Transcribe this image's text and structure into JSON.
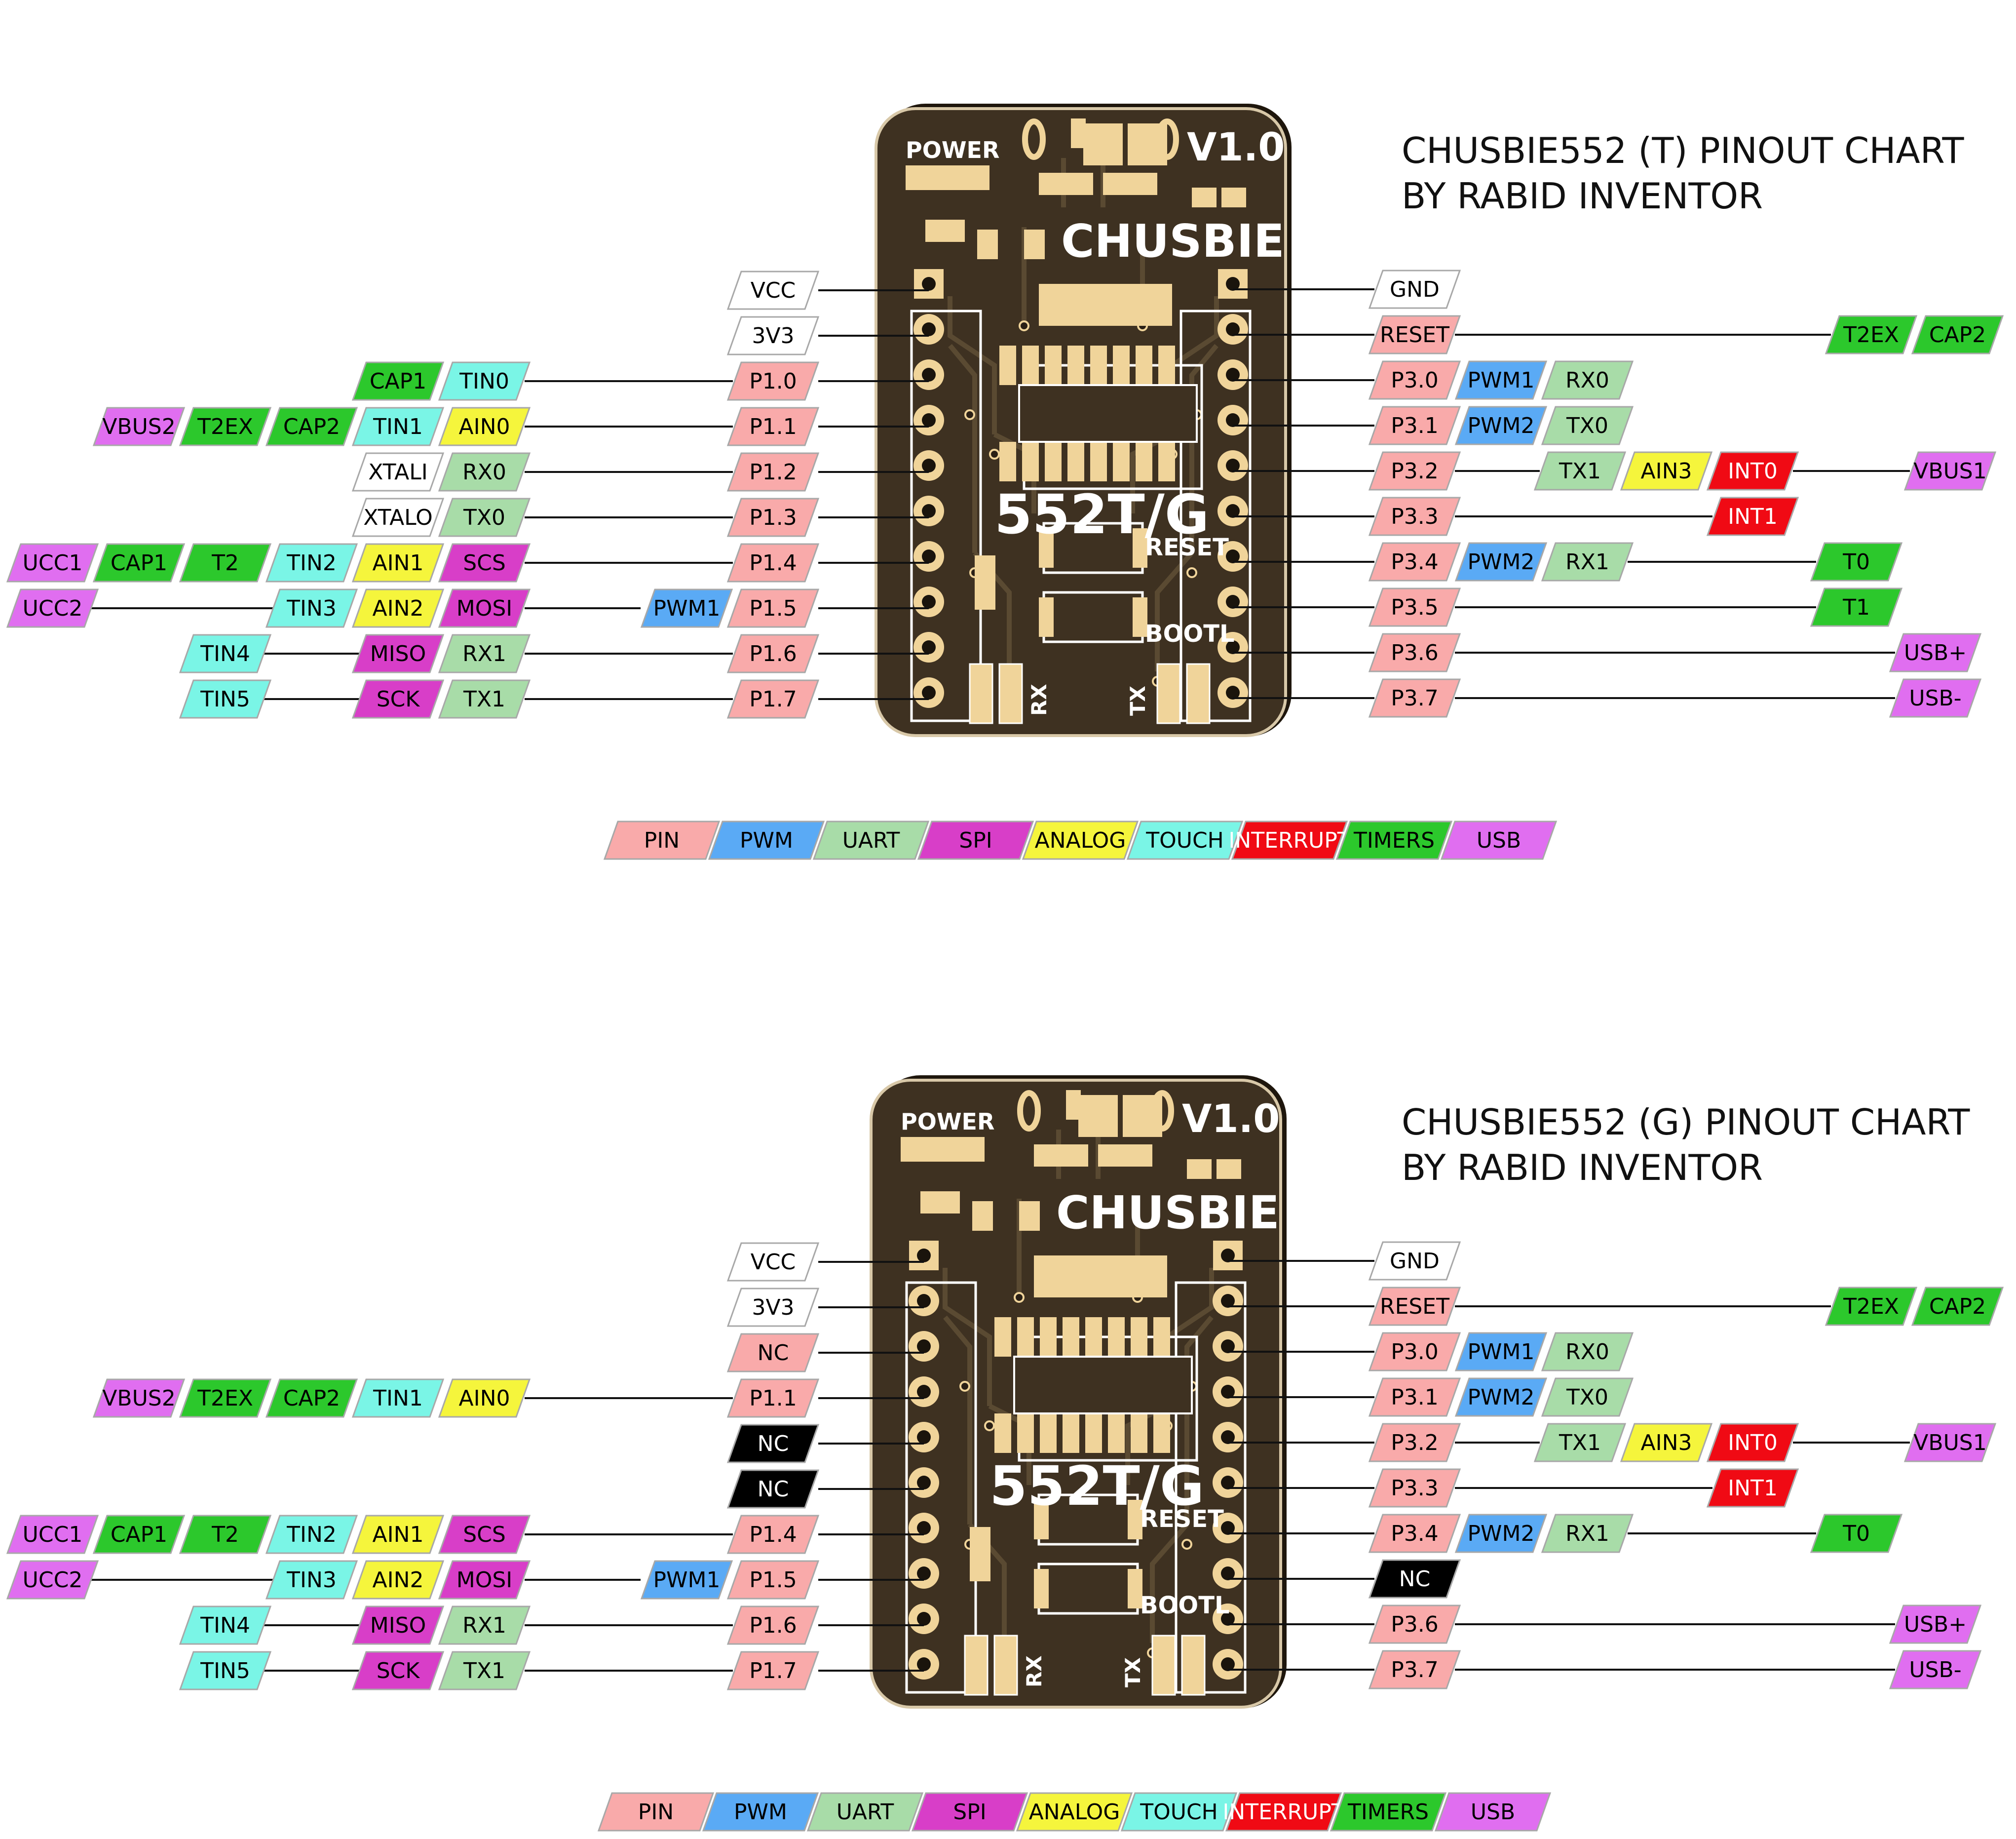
{
  "colors": {
    "pin": "#f9aaaa",
    "pwm": "#5aaaf5",
    "uart": "#a8dca8",
    "spi": "#d83ec8",
    "analog": "#f5f53c",
    "touch": "#7af5e6",
    "interrupt": "#f00a14",
    "timers": "#2cc82c",
    "usb": "#e06ef0",
    "power": "#ffffff",
    "nc_dark": "#000000",
    "board": "#3e3121",
    "pad": "#f0d49a",
    "silk": "#ffffff",
    "trace": "#5a4a32"
  },
  "legend": [
    {
      "label": "PIN",
      "cat": "pin"
    },
    {
      "label": "PWM",
      "cat": "pwm"
    },
    {
      "label": "UART",
      "cat": "uart"
    },
    {
      "label": "SPI",
      "cat": "spi"
    },
    {
      "label": "ANALOG",
      "cat": "analog"
    },
    {
      "label": "TOUCH",
      "cat": "touch"
    },
    {
      "label": "INTERRUPT",
      "cat": "interrupt"
    },
    {
      "label": "TIMERS",
      "cat": "timers"
    },
    {
      "label": "USB",
      "cat": "usb"
    }
  ],
  "charts": [
    {
      "title_line1": "CHUSBIE552 (T) PINOUT CHART",
      "title_line2": "BY RABID INVENTOR",
      "board": {
        "power": "POWER",
        "version": "V1.0",
        "name": "CHUSBIE",
        "model": "552T/G",
        "reset": "RESET",
        "bootl": "BOOTL",
        "rx": "RX",
        "tx": "TX"
      },
      "left": [
        {
          "pin": {
            "label": "VCC",
            "cat": "power"
          },
          "inner": [],
          "outer": []
        },
        {
          "pin": {
            "label": "3V3",
            "cat": "power"
          },
          "inner": [],
          "outer": []
        },
        {
          "pin": {
            "label": "P1.0",
            "cat": "pin"
          },
          "inner": [],
          "outer": [
            {
              "label": "CAP1",
              "cat": "timers"
            },
            {
              "label": "TIN0",
              "cat": "touch"
            }
          ]
        },
        {
          "pin": {
            "label": "P1.1",
            "cat": "pin"
          },
          "inner": [],
          "outer": [
            {
              "label": "VBUS2",
              "cat": "usb"
            },
            {
              "label": "T2EX",
              "cat": "timers"
            },
            {
              "label": "CAP2",
              "cat": "timers"
            },
            {
              "label": "TIN1",
              "cat": "touch"
            },
            {
              "label": "AIN0",
              "cat": "analog"
            }
          ]
        },
        {
          "pin": {
            "label": "P1.2",
            "cat": "pin"
          },
          "inner": [],
          "outer": [
            {
              "label": "XTALI",
              "cat": "power"
            },
            {
              "label": "RX0",
              "cat": "uart"
            }
          ]
        },
        {
          "pin": {
            "label": "P1.3",
            "cat": "pin"
          },
          "inner": [],
          "outer": [
            {
              "label": "XTALO",
              "cat": "power"
            },
            {
              "label": "TX0",
              "cat": "uart"
            }
          ]
        },
        {
          "pin": {
            "label": "P1.4",
            "cat": "pin"
          },
          "inner": [],
          "outer": [
            {
              "label": "UCC1",
              "cat": "usb"
            },
            {
              "label": "CAP1",
              "cat": "timers"
            },
            {
              "label": "T2",
              "cat": "timers"
            },
            {
              "label": "TIN2",
              "cat": "touch"
            },
            {
              "label": "AIN1",
              "cat": "analog"
            },
            {
              "label": "SCS",
              "cat": "spi"
            }
          ]
        },
        {
          "pin": {
            "label": "P1.5",
            "cat": "pin"
          },
          "inner": [
            {
              "label": "PWM1",
              "cat": "pwm"
            }
          ],
          "outer": [
            {
              "label": "UCC2",
              "cat": "usb"
            },
            {
              "gap": true
            },
            {
              "gap": true
            },
            {
              "label": "TIN3",
              "cat": "touch"
            },
            {
              "label": "AIN2",
              "cat": "analog"
            },
            {
              "label": "MOSI",
              "cat": "spi"
            }
          ]
        },
        {
          "pin": {
            "label": "P1.6",
            "cat": "pin"
          },
          "inner": [],
          "outer": [
            {
              "label": "TIN4",
              "cat": "touch"
            },
            {
              "gap": true
            },
            {
              "label": "MISO",
              "cat": "spi"
            },
            {
              "label": "RX1",
              "cat": "uart"
            }
          ]
        },
        {
          "pin": {
            "label": "P1.7",
            "cat": "pin"
          },
          "inner": [],
          "outer": [
            {
              "label": "TIN5",
              "cat": "touch"
            },
            {
              "gap": true
            },
            {
              "label": "SCK",
              "cat": "spi"
            },
            {
              "label": "TX1",
              "cat": "uart"
            }
          ]
        }
      ],
      "right": [
        {
          "pin": {
            "label": "GND",
            "cat": "power"
          },
          "inner": [],
          "mid": [],
          "far": []
        },
        {
          "pin": {
            "label": "RESET",
            "cat": "pin"
          },
          "inner": [],
          "mid": [],
          "far": [
            {
              "label": "T2EX",
              "cat": "timers"
            },
            {
              "label": "CAP2",
              "cat": "timers"
            }
          ]
        },
        {
          "pin": {
            "label": "P3.0",
            "cat": "pin"
          },
          "inner": [
            {
              "label": "PWM1",
              "cat": "pwm"
            },
            {
              "label": "RX0",
              "cat": "uart"
            }
          ],
          "mid": [],
          "far": []
        },
        {
          "pin": {
            "label": "P3.1",
            "cat": "pin"
          },
          "inner": [
            {
              "label": "PWM2",
              "cat": "pwm"
            },
            {
              "label": "TX0",
              "cat": "uart"
            }
          ],
          "mid": [],
          "far": []
        },
        {
          "pin": {
            "label": "P3.2",
            "cat": "pin"
          },
          "inner": [],
          "mid": [
            {
              "label": "TX1",
              "cat": "uart"
            },
            {
              "label": "AIN3",
              "cat": "analog"
            },
            {
              "label": "INT0",
              "cat": "interrupt"
            }
          ],
          "far": [
            {
              "label": "VBUS1",
              "cat": "usb"
            }
          ]
        },
        {
          "pin": {
            "label": "P3.3",
            "cat": "pin"
          },
          "inner": [],
          "mid": [
            {
              "gap": true
            },
            {
              "gap": true
            },
            {
              "label": "INT1",
              "cat": "interrupt"
            }
          ],
          "far": []
        },
        {
          "pin": {
            "label": "P3.4",
            "cat": "pin"
          },
          "inner": [
            {
              "label": "PWM2",
              "cat": "pwm"
            },
            {
              "label": "RX1",
              "cat": "uart"
            }
          ],
          "mid": [],
          "far": [
            {
              "label": "T0",
              "cat": "timers"
            }
          ]
        },
        {
          "pin": {
            "label": "P3.5",
            "cat": "pin"
          },
          "inner": [],
          "mid": [],
          "far": [
            {
              "label": "T1",
              "cat": "timers"
            }
          ]
        },
        {
          "pin": {
            "label": "P3.6",
            "cat": "pin"
          },
          "inner": [],
          "mid": [],
          "far": [
            {
              "label": "USB+",
              "cat": "usb"
            }
          ]
        },
        {
          "pin": {
            "label": "P3.7",
            "cat": "pin"
          },
          "inner": [],
          "mid": [],
          "far": [
            {
              "label": "USB-",
              "cat": "usb"
            }
          ]
        }
      ]
    },
    {
      "title_line1": "CHUSBIE552 (G) PINOUT CHART",
      "title_line2": "BY RABID INVENTOR",
      "board": {
        "power": "POWER",
        "version": "V1.0",
        "name": "CHUSBIE",
        "model": "552T/G",
        "reset": "RESET",
        "bootl": "BOOTL",
        "rx": "RX",
        "tx": "TX"
      },
      "left": [
        {
          "pin": {
            "label": "VCC",
            "cat": "power"
          },
          "inner": [],
          "outer": []
        },
        {
          "pin": {
            "label": "3V3",
            "cat": "power"
          },
          "inner": [],
          "outer": []
        },
        {
          "pin": {
            "label": "NC",
            "cat": "pin"
          },
          "inner": [],
          "outer": []
        },
        {
          "pin": {
            "label": "P1.1",
            "cat": "pin"
          },
          "inner": [],
          "outer": [
            {
              "label": "VBUS2",
              "cat": "usb"
            },
            {
              "label": "T2EX",
              "cat": "timers"
            },
            {
              "label": "CAP2",
              "cat": "timers"
            },
            {
              "label": "TIN1",
              "cat": "touch"
            },
            {
              "label": "AIN0",
              "cat": "analog"
            }
          ]
        },
        {
          "pin": {
            "label": "NC",
            "cat": "nc_dark"
          },
          "inner": [],
          "outer": []
        },
        {
          "pin": {
            "label": "NC",
            "cat": "nc_dark"
          },
          "inner": [],
          "outer": []
        },
        {
          "pin": {
            "label": "P1.4",
            "cat": "pin"
          },
          "inner": [],
          "outer": [
            {
              "label": "UCC1",
              "cat": "usb"
            },
            {
              "label": "CAP1",
              "cat": "timers"
            },
            {
              "label": "T2",
              "cat": "timers"
            },
            {
              "label": "TIN2",
              "cat": "touch"
            },
            {
              "label": "AIN1",
              "cat": "analog"
            },
            {
              "label": "SCS",
              "cat": "spi"
            }
          ]
        },
        {
          "pin": {
            "label": "P1.5",
            "cat": "pin"
          },
          "inner": [
            {
              "label": "PWM1",
              "cat": "pwm"
            }
          ],
          "outer": [
            {
              "label": "UCC2",
              "cat": "usb"
            },
            {
              "gap": true
            },
            {
              "gap": true
            },
            {
              "label": "TIN3",
              "cat": "touch"
            },
            {
              "label": "AIN2",
              "cat": "analog"
            },
            {
              "label": "MOSI",
              "cat": "spi"
            }
          ]
        },
        {
          "pin": {
            "label": "P1.6",
            "cat": "pin"
          },
          "inner": [],
          "outer": [
            {
              "label": "TIN4",
              "cat": "touch"
            },
            {
              "gap": true
            },
            {
              "label": "MISO",
              "cat": "spi"
            },
            {
              "label": "RX1",
              "cat": "uart"
            }
          ]
        },
        {
          "pin": {
            "label": "P1.7",
            "cat": "pin"
          },
          "inner": [],
          "outer": [
            {
              "label": "TIN5",
              "cat": "touch"
            },
            {
              "gap": true
            },
            {
              "label": "SCK",
              "cat": "spi"
            },
            {
              "label": "TX1",
              "cat": "uart"
            }
          ]
        }
      ],
      "right": [
        {
          "pin": {
            "label": "GND",
            "cat": "power"
          },
          "inner": [],
          "mid": [],
          "far": []
        },
        {
          "pin": {
            "label": "RESET",
            "cat": "pin"
          },
          "inner": [],
          "mid": [],
          "far": [
            {
              "label": "T2EX",
              "cat": "timers"
            },
            {
              "label": "CAP2",
              "cat": "timers"
            }
          ]
        },
        {
          "pin": {
            "label": "P3.0",
            "cat": "pin"
          },
          "inner": [
            {
              "label": "PWM1",
              "cat": "pwm"
            },
            {
              "label": "RX0",
              "cat": "uart"
            }
          ],
          "mid": [],
          "far": []
        },
        {
          "pin": {
            "label": "P3.1",
            "cat": "pin"
          },
          "inner": [
            {
              "label": "PWM2",
              "cat": "pwm"
            },
            {
              "label": "TX0",
              "cat": "uart"
            }
          ],
          "mid": [],
          "far": []
        },
        {
          "pin": {
            "label": "P3.2",
            "cat": "pin"
          },
          "inner": [],
          "mid": [
            {
              "label": "TX1",
              "cat": "uart"
            },
            {
              "label": "AIN3",
              "cat": "analog"
            },
            {
              "label": "INT0",
              "cat": "interrupt"
            }
          ],
          "far": [
            {
              "label": "VBUS1",
              "cat": "usb"
            }
          ]
        },
        {
          "pin": {
            "label": "P3.3",
            "cat": "pin"
          },
          "inner": [],
          "mid": [
            {
              "gap": true
            },
            {
              "gap": true
            },
            {
              "label": "INT1",
              "cat": "interrupt"
            }
          ],
          "far": []
        },
        {
          "pin": {
            "label": "P3.4",
            "cat": "pin"
          },
          "inner": [
            {
              "label": "PWM2",
              "cat": "pwm"
            },
            {
              "label": "RX1",
              "cat": "uart"
            }
          ],
          "mid": [],
          "far": [
            {
              "label": "T0",
              "cat": "timers"
            }
          ]
        },
        {
          "pin": {
            "label": "NC",
            "cat": "nc_dark"
          },
          "inner": [],
          "mid": [],
          "far": []
        },
        {
          "pin": {
            "label": "P3.6",
            "cat": "pin"
          },
          "inner": [],
          "mid": [],
          "far": [
            {
              "label": "USB+",
              "cat": "usb"
            }
          ]
        },
        {
          "pin": {
            "label": "P3.7",
            "cat": "pin"
          },
          "inner": [],
          "mid": [],
          "far": [
            {
              "label": "USB-",
              "cat": "usb"
            }
          ]
        }
      ]
    }
  ]
}
